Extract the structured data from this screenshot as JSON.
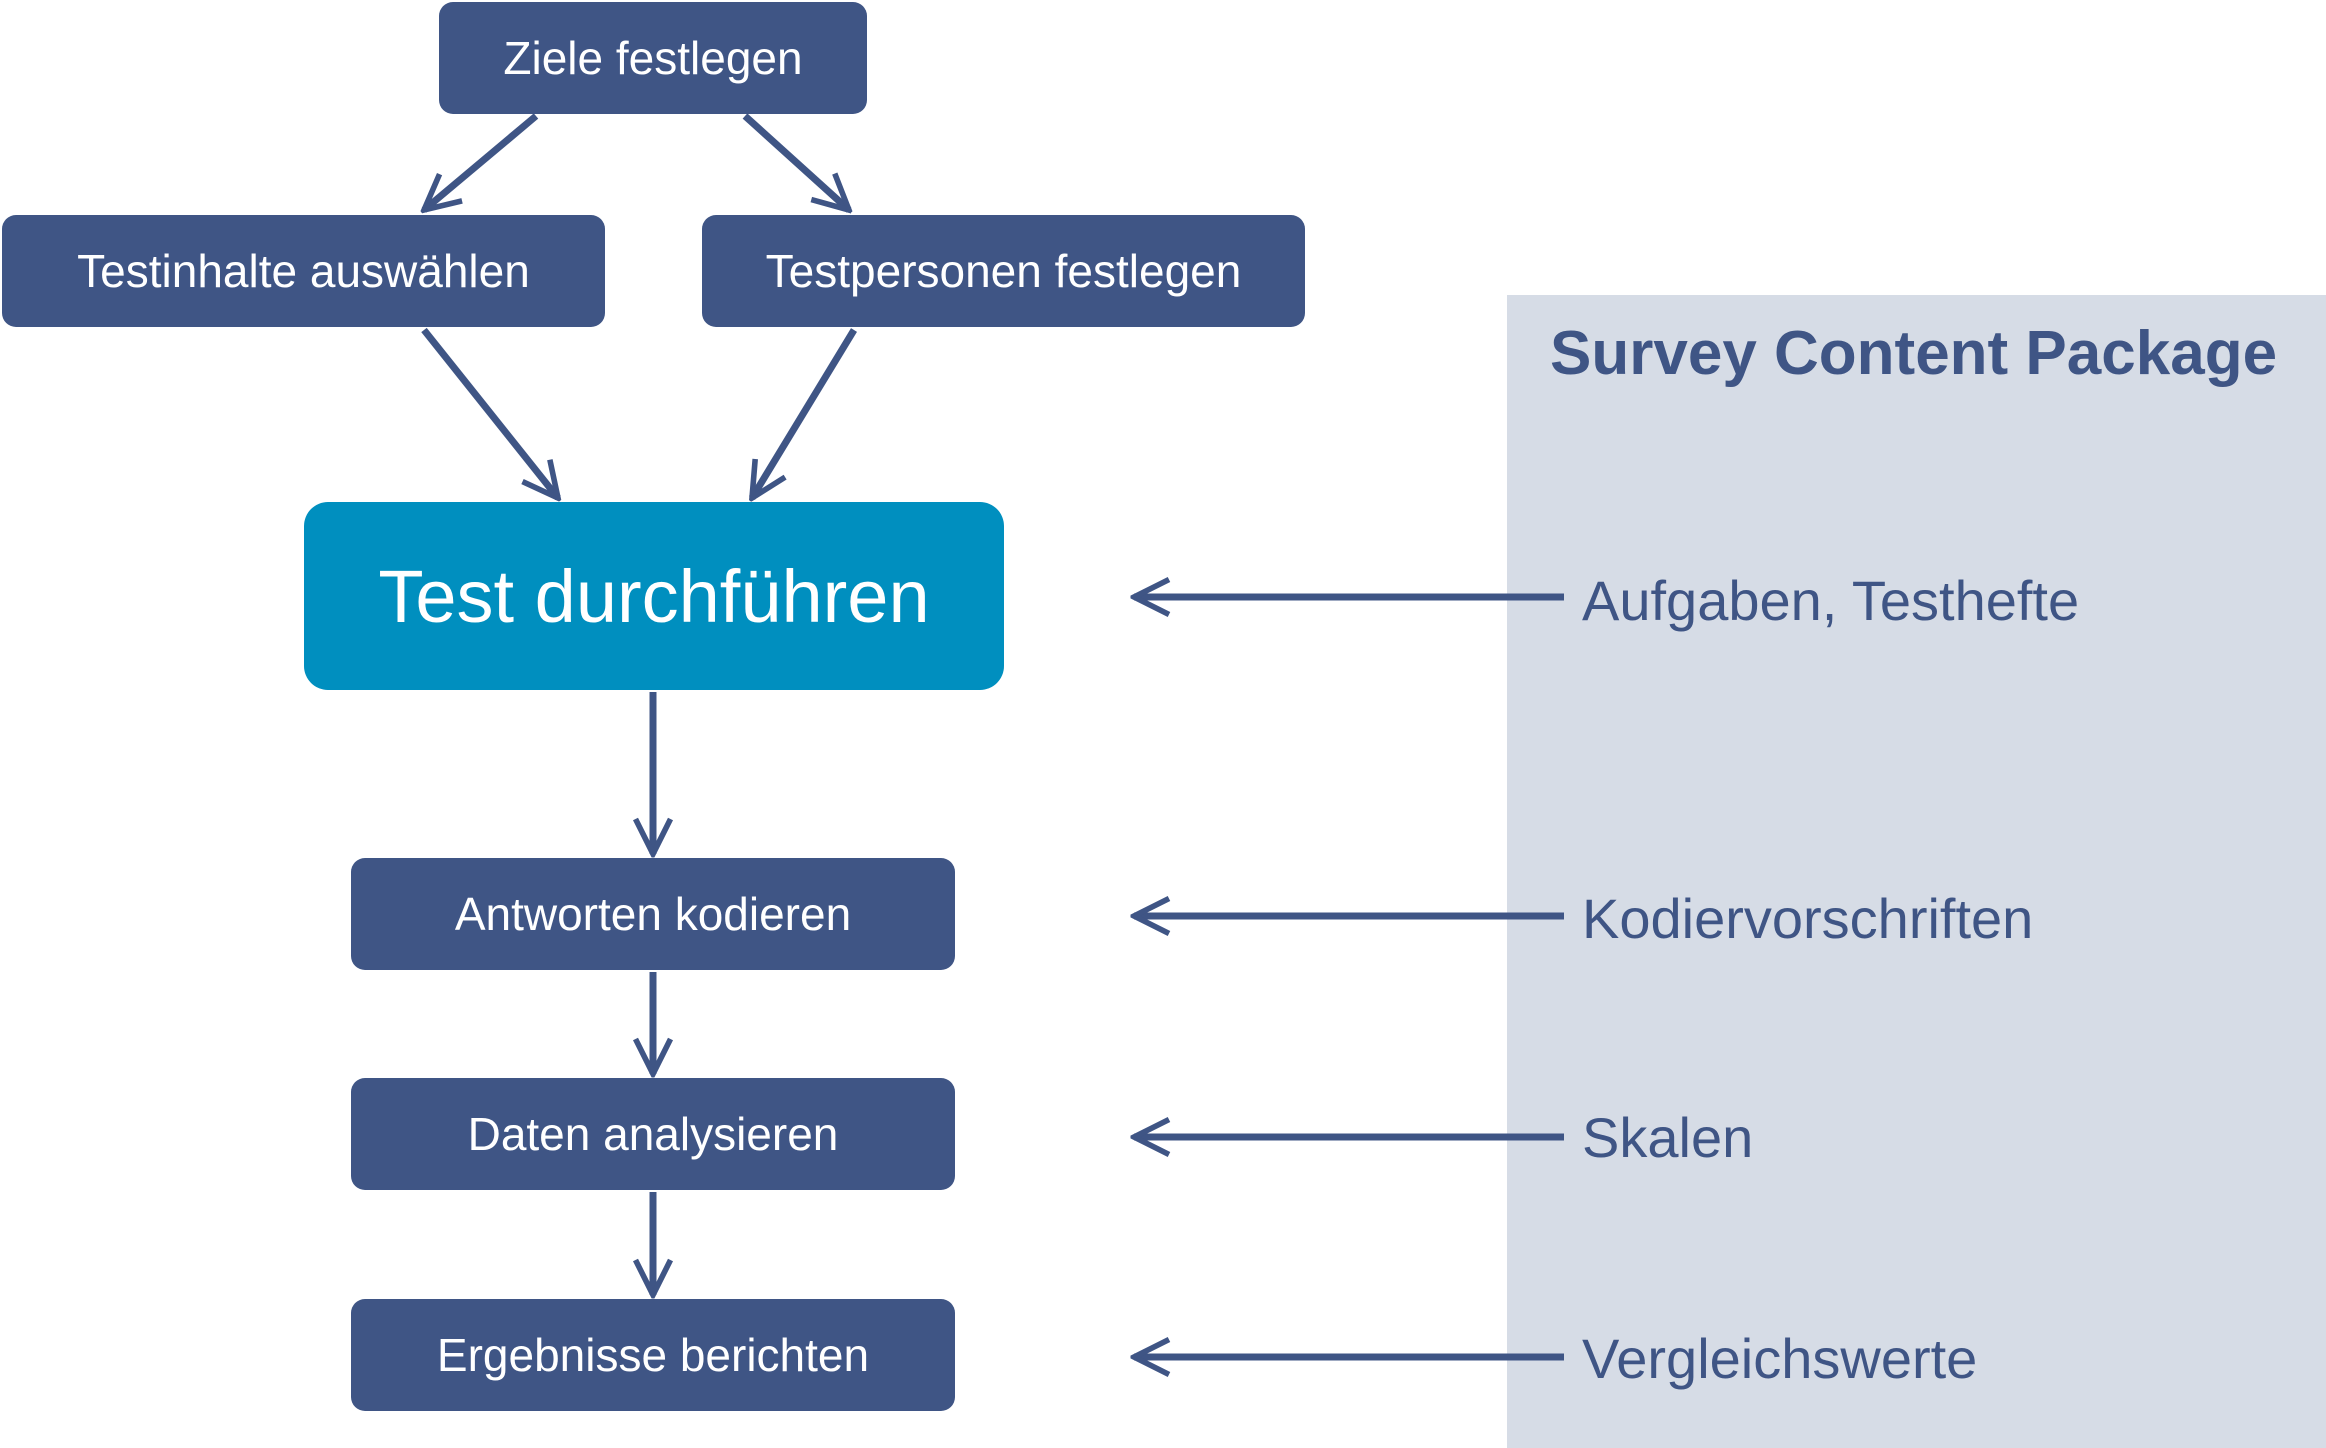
{
  "panel": {
    "title": "Survey Content Package",
    "color": "#d6dce6"
  },
  "steps": {
    "goals": "Ziele festlegen",
    "content": "Testinhalte auswählen",
    "persons": "Testpersonen festlegen",
    "conduct": "Test durchführen",
    "coding": "Antworten kodieren",
    "analysis": "Daten analysieren",
    "report": "Ergebnisse berichten"
  },
  "resources": {
    "tasks": "Aufgaben, Testhefte",
    "codes": "Kodiervorschriften",
    "scales": "Skalen",
    "benchmarks": "Vergleichswerte"
  },
  "colors": {
    "box": "#3f5585",
    "main_box": "#008fbf",
    "arrow": "#3f5585",
    "text": "#3f5585"
  }
}
